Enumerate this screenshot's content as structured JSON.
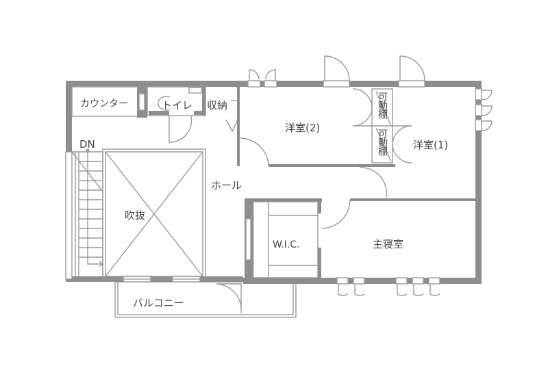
{
  "plan": {
    "rooms": {
      "counter": "カウンター",
      "toilet": "トイレ",
      "storage": "収納",
      "dn": "DN",
      "void": "吹抜",
      "hall": "ホール",
      "western_room_2": "洋室(2)",
      "western_room_1": "洋室(1)",
      "movable_shelf_top": "可動棚",
      "movable_shelf_bottom": "可動棚",
      "wic": "W.I.C.",
      "master_bedroom": "主寝室",
      "balcony": "バルコニー"
    },
    "colors": {
      "wall": "#8d8d90",
      "line": "#999999",
      "text": "#444444"
    }
  }
}
